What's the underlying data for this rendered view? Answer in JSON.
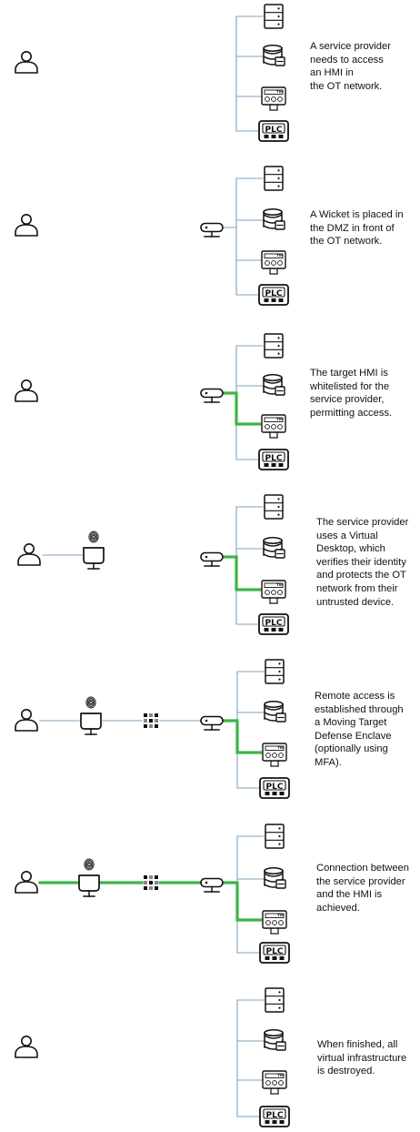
{
  "icons": {
    "user": "user-icon",
    "desktop": "virtual-desktop-icon",
    "fingerprint": "fingerprint-icon",
    "enclave": "moving-target-defense-enclave-icon",
    "wicket": "wicket-gateway-icon",
    "server": "server-icon",
    "database": "database-icon",
    "hmi": "hmi-panel-icon",
    "plc": "plc-icon"
  },
  "colors": {
    "link_neutral": "#7fa3bf",
    "link_active": "#3db54a",
    "icon_stroke": "#111111"
  },
  "devices": {
    "plc_label": "PLC",
    "hmi_label": "TIM"
  },
  "steps": [
    {
      "caption": "A service provider\nneeds to access\nan HMI in\nthe OT network."
    },
    {
      "caption": "A Wicket is placed in\nthe DMZ in front of\nthe OT network."
    },
    {
      "caption": "The target HMI is\nwhitelisted for the\nservice provider,\npermitting access."
    },
    {
      "caption": "The service provider\nuses a Virtual\nDesktop, which\nverifies their identity\nand protects the OT\nnetwork from their\nuntrusted device."
    },
    {
      "caption": "Remote access is\nestablished through\na Moving Target\nDefense Enclave\n(optionally using\nMFA)."
    },
    {
      "caption": "Connection between\nthe service provider\nand the HMI is\nachieved."
    },
    {
      "caption": "When finished, all\nvirtual infrastructure\nis destroyed."
    }
  ]
}
